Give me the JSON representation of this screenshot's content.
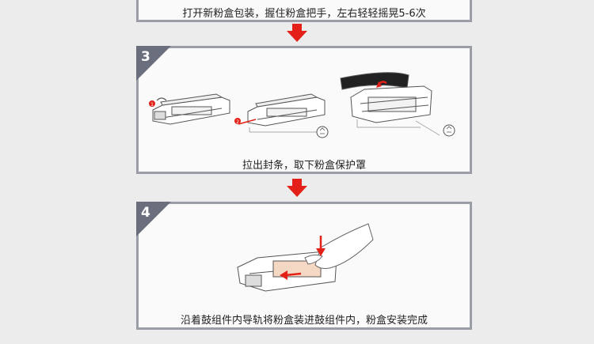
{
  "step2": {
    "caption": "打开新粉盒包装，握住粉盒把手，左右轻轻摇晃5-6次"
  },
  "step3": {
    "number": "3",
    "caption": "拉出封条，取下粉盒保护罩",
    "markers": [
      "1",
      "2"
    ]
  },
  "step4": {
    "number": "4",
    "caption": "沿着鼓组件内导轨将粉盒装进鼓组件内，粉盒安装完成"
  },
  "colors": {
    "arrow": "#e32118",
    "border": "#9a9da6",
    "badge": "#6b6f7d"
  }
}
